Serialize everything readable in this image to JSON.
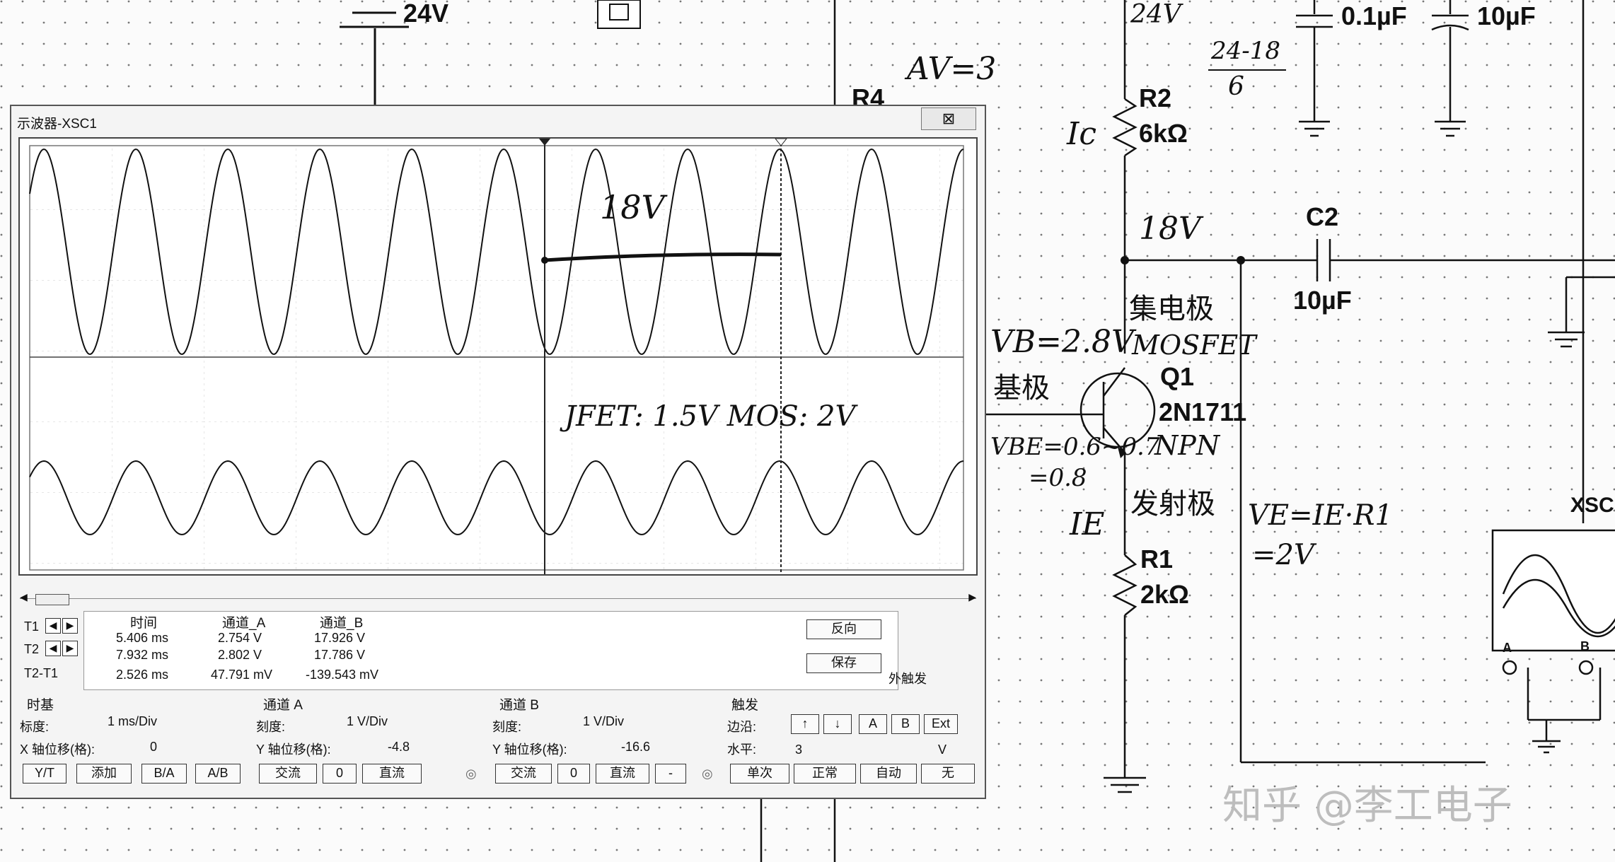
{
  "schematic": {
    "parts": {
      "supply_24v": "24V",
      "r4": "R4",
      "r2_name": "R2",
      "r2_value": "6kΩ",
      "cap1_value": "0.1µF",
      "cap2_value": "10µF",
      "c2_name": "C2",
      "c2_value": "10µF",
      "q1_name": "Q1",
      "q1_model": "2N1711",
      "q1_type": "NPN",
      "r1_name": "R1",
      "r1_value": "2kΩ",
      "xsc_name": "XSC",
      "xsc_a": "A",
      "xsc_b": "B"
    },
    "handwriting": {
      "av": "AV=3",
      "top_24v": "24V",
      "fraction_num": "24-18",
      "fraction_den": "6",
      "ic": "Ic",
      "collector_v": "18V",
      "collector_cn": "集电极",
      "mosfet": "MOSFET",
      "vb": "VB=2.8V",
      "base_cn": "基极",
      "vbe_1": "VBE=0.6~0.7",
      "vbe_2": "=0.8",
      "emitter_cn": "发射极",
      "ie": "IE",
      "ve_1": "VE=IE·R1",
      "ve_2": "=2V",
      "scope_18v": "18V",
      "scope_jfet": "JFET: 1.5V   MOS: 2V"
    },
    "watermark": "知乎 @李工电子"
  },
  "scope": {
    "title": "示波器-XSC1",
    "close_label": "⊠",
    "readout": {
      "headers": [
        "时间",
        "通道_A",
        "通道_B"
      ],
      "rows": [
        {
          "label": "T1",
          "time": "5.406 ms",
          "ch_a": "2.754 V",
          "ch_b": "17.926 V"
        },
        {
          "label": "T2",
          "time": "7.932 ms",
          "ch_a": "2.802 V",
          "ch_b": "17.786 V"
        },
        {
          "label": "T2-T1",
          "time": "2.526 ms",
          "ch_a": "47.791 mV",
          "ch_b": "-139.543 mV"
        }
      ]
    },
    "buttons": {
      "reverse": "反向",
      "save": "保存",
      "ext_trigger": "外触发"
    },
    "timebase": {
      "title": "时基",
      "scale_label": "标度:",
      "scale_value": "1 ms/Div",
      "xpos_label": "X 轴位移(格):",
      "xpos_value": "0",
      "buttons": [
        "Y/T",
        "添加",
        "B/A",
        "A/B"
      ]
    },
    "channel_a": {
      "title": "通道 A",
      "scale_label": "刻度:",
      "scale_value": "1 V/Div",
      "ypos_label": "Y 轴位移(格):",
      "ypos_value": "-4.8",
      "buttons": [
        "交流",
        "0",
        "直流"
      ]
    },
    "channel_b": {
      "title": "通道 B",
      "scale_label": "刻度:",
      "scale_value": "1 V/Div",
      "ypos_label": "Y 轴位移(格):",
      "ypos_value": "-16.6",
      "buttons": [
        "交流",
        "0",
        "直流",
        "-"
      ]
    },
    "trigger": {
      "title": "触发",
      "edge_label": "边沿:",
      "edge_buttons": [
        "↑",
        "↓",
        "A",
        "B",
        "Ext"
      ],
      "level_label": "水平:",
      "level_value": "3",
      "level_unit": "V",
      "mode_buttons": [
        "单次",
        "正常",
        "自动",
        "无"
      ]
    }
  }
}
